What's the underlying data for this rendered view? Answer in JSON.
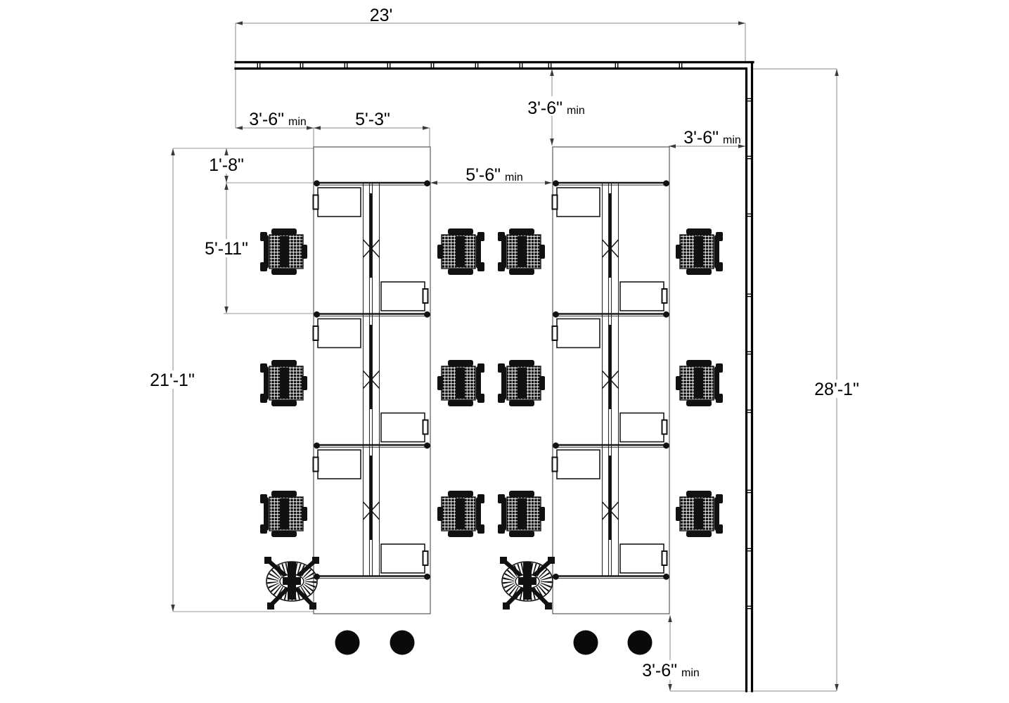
{
  "labels": {
    "total_width": {
      "value": "23'"
    },
    "clearance_top_left": {
      "value": "3'-6\"",
      "qualifier": "min"
    },
    "workstation_width": {
      "value": "5'-3\""
    },
    "entry_clearance": {
      "value": "3'-6\"",
      "qualifier": "min"
    },
    "clearance_top_right": {
      "value": "3'-6\"",
      "qualifier": "min"
    },
    "aisle_width": {
      "value": "5'-6\"",
      "qualifier": "min"
    },
    "desk_offset": {
      "value": "1'-8\""
    },
    "bay_depth": {
      "value": "5'-11\""
    },
    "left_depth": {
      "value": "21'-1\""
    },
    "right_depth": {
      "value": "28'-1\""
    },
    "clearance_bottom": {
      "value": "3'-6\"",
      "qualifier": "min"
    }
  },
  "furniture": {
    "workstation_blocks": 2,
    "bays_per_block": 3,
    "desks": 12,
    "task_chairs": 12,
    "lounge_chairs": 2,
    "stools": 4
  },
  "colors": {
    "background": "#ffffff",
    "linework": "#1a1a1a",
    "walls": "#000000",
    "dimension_lines": "#8a8a8a"
  }
}
